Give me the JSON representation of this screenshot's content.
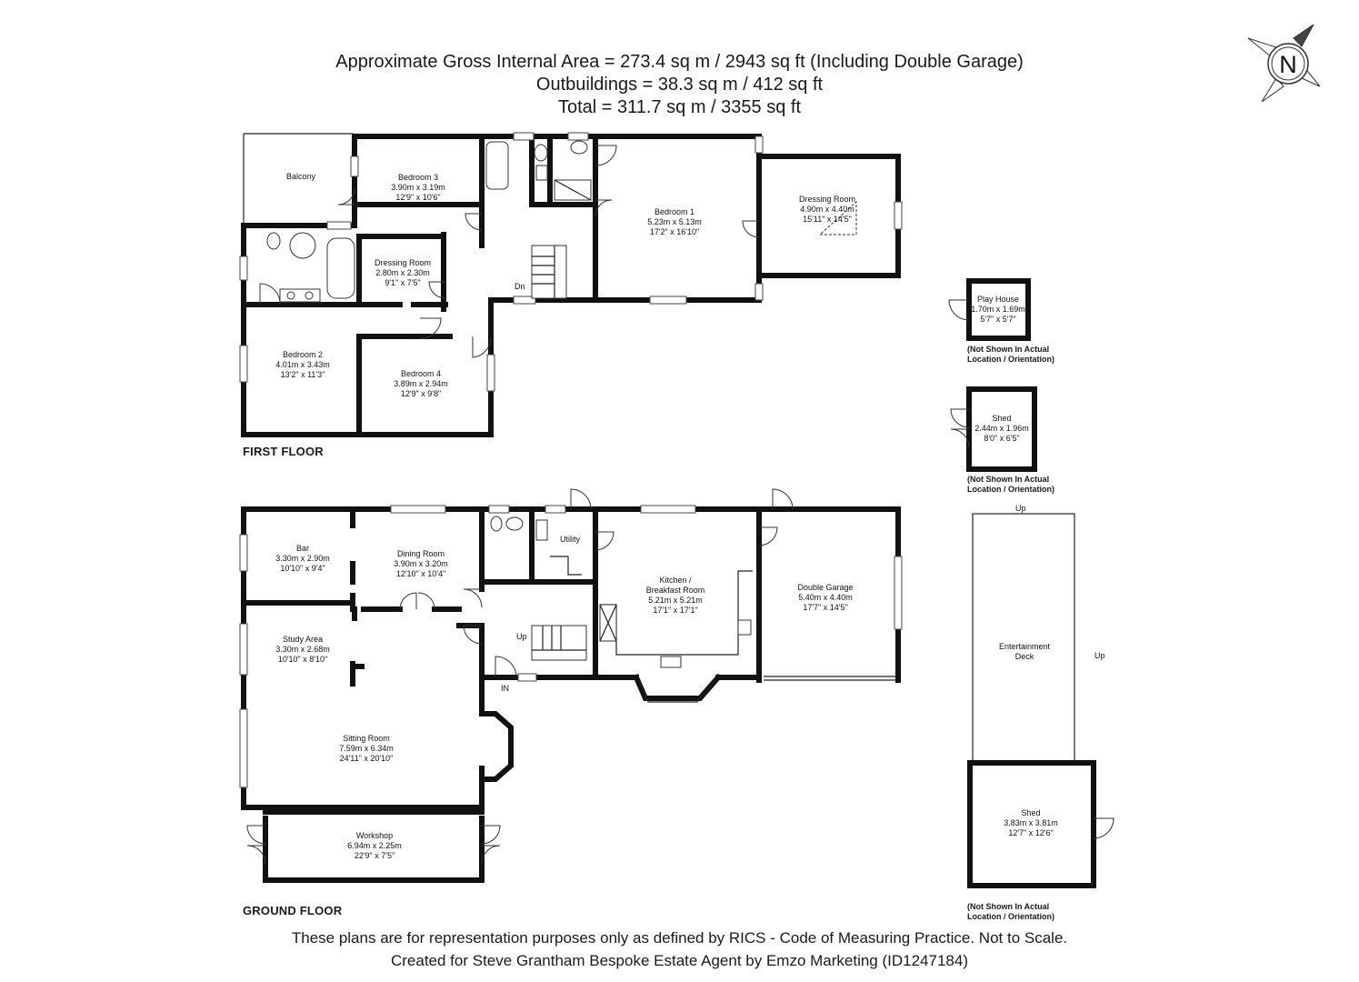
{
  "header": {
    "line1": "Approximate Gross Internal Area = 273.4 sq m / 2943 sq ft (Including Double Garage)",
    "line2": "Outbuildings = 38.3 sq m / 412 sq ft",
    "line3": "Total = 311.7 sq m / 3355 sq ft"
  },
  "compass": {
    "letter": "N"
  },
  "floors": {
    "first": "FIRST FLOOR",
    "ground": "GROUND FLOOR"
  },
  "rooms": {
    "balcony": {
      "name": "Balcony"
    },
    "bedroom3": {
      "name": "Bedroom 3",
      "metric": "3.90m x 3.19m",
      "imperial": "12'9\" x 10'6\""
    },
    "dressing1": {
      "name": "Dressing Room",
      "metric": "2.80m x 2.30m",
      "imperial": "9'1\" x 7'5\""
    },
    "bedroom1": {
      "name": "Bedroom 1",
      "metric": "5.23m x 5.13m",
      "imperial": "17'2\" x 16'10\""
    },
    "dressing2": {
      "name": "Dressing Room",
      "metric": "4.90m x 4.40m",
      "imperial": "15'11\" x 14'5\""
    },
    "bedroom2": {
      "name": "Bedroom 2",
      "metric": "4.01m x 3.43m",
      "imperial": "13'2\" x 11'3\""
    },
    "bedroom4": {
      "name": "Bedroom 4",
      "metric": "3.89m x 2.94m",
      "imperial": "12'9\" x 9'8\""
    },
    "bar": {
      "name": "Bar",
      "metric": "3.30m x 2.90m",
      "imperial": "10'10\" x 9'4\""
    },
    "dining": {
      "name": "Dining Room",
      "metric": "3.90m x 3.20m",
      "imperial": "12'10\" x 10'4\""
    },
    "utility": {
      "name": "Utility"
    },
    "kitchen": {
      "name1": "Kitchen /",
      "name2": "Breakfast Room",
      "metric": "5.21m x 5.21m",
      "imperial": "17'1\" x 17'1\""
    },
    "garage": {
      "name": "Double Garage",
      "metric": "5.40m x 4.40m",
      "imperial": "17'7\" x 14'5\""
    },
    "study": {
      "name": "Study Area",
      "metric": "3.30m x 2.68m",
      "imperial": "10'10\" x 8'10\""
    },
    "sitting": {
      "name": "Sitting Room",
      "metric": "7.59m x 6.34m",
      "imperial": "24'11\" x 20'10\""
    },
    "workshop": {
      "name": "Workshop",
      "metric": "6.94m x 2.25m",
      "imperial": "22'9\" x 7'5\""
    },
    "playhouse": {
      "name": "Play House",
      "metric": "1.70m x 1.69m",
      "imperial": "5'7\" x 5'7\""
    },
    "shed1": {
      "name": "Shed",
      "metric": "2.44m x 1.96m",
      "imperial": "8'0\" x 6'5\""
    },
    "deck": {
      "name1": "Entertainment",
      "name2": "Deck"
    },
    "shed2": {
      "name": "Shed",
      "metric": "3.83m x 3.81m",
      "imperial": "12'7\" x 12'6\""
    }
  },
  "labels": {
    "dn": "Dn",
    "up": "Up",
    "in": "IN"
  },
  "notes": {
    "line1": "(Not Shown In Actual",
    "line2": "Location / Orientation)"
  },
  "footer": {
    "line1": "These plans are for representation purposes only as defined by RICS - Code of Measuring Practice. Not to Scale.",
    "line2": "Created for Steve Grantham Bespoke Estate Agent by Emzo Marketing (ID1247184)"
  }
}
